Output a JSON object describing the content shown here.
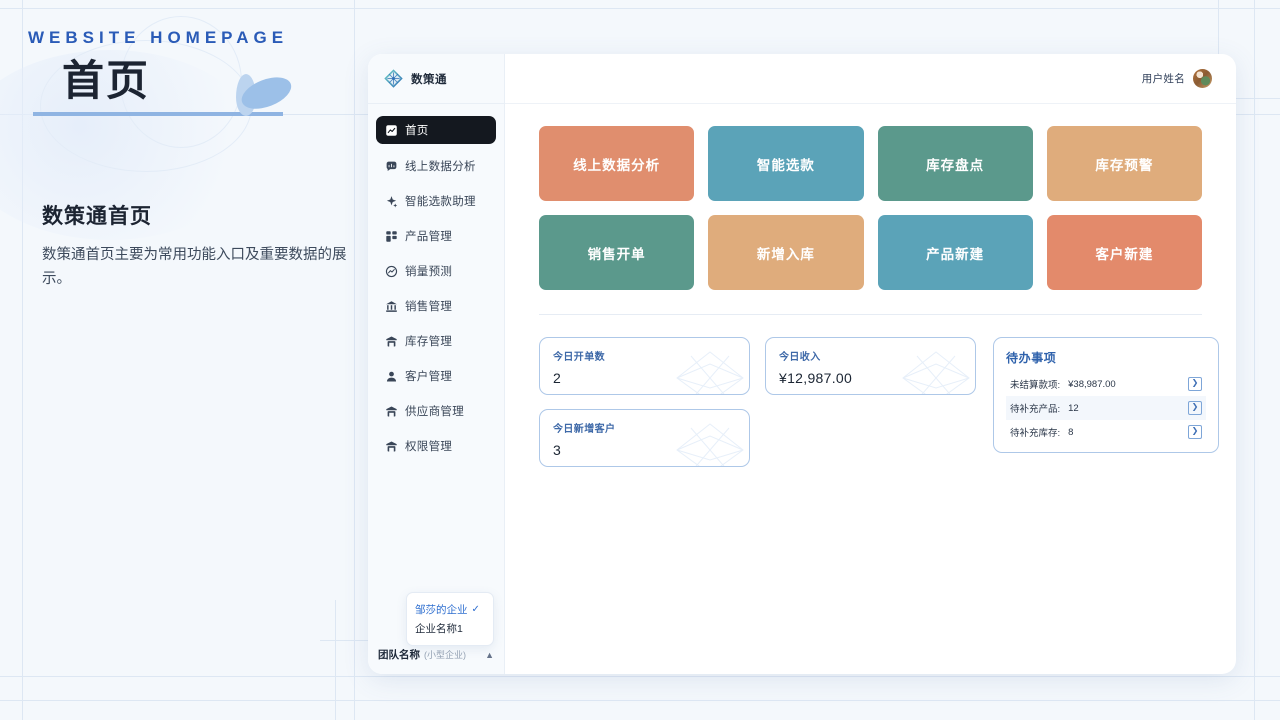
{
  "poster": {
    "kicker": "WEBSITE HOMEPAGE",
    "title": "首页",
    "lead_title": "数策通首页",
    "lead_body": "数策通首页主要为常用功能入口及重要数据的展示。"
  },
  "app": {
    "brand": "数策通",
    "logo_icon": "diamond-logo-icon",
    "topbar": {
      "user_name": "用户姓名",
      "avatar_icon": "user-avatar"
    },
    "sidebar": {
      "items": [
        {
          "label": "首页",
          "icon": "chart-square-icon",
          "active": true
        },
        {
          "label": "线上数据分析",
          "icon": "analytics-bubble-icon",
          "active": false
        },
        {
          "label": "智能选款助理",
          "icon": "sparkle-icon",
          "active": false
        },
        {
          "label": "产品管理",
          "icon": "grid-blocks-icon",
          "active": false
        },
        {
          "label": "销量预测",
          "icon": "forecast-circle-icon",
          "active": false
        },
        {
          "label": "销售管理",
          "icon": "bank-icon",
          "active": false
        },
        {
          "label": "库存管理",
          "icon": "warehouse-icon",
          "active": false
        },
        {
          "label": "客户管理",
          "icon": "person-icon",
          "active": false
        },
        {
          "label": "供应商管理",
          "icon": "supplier-icon",
          "active": false
        },
        {
          "label": "权限管理",
          "icon": "permission-icon",
          "active": false
        }
      ],
      "team": {
        "name": "团队名称",
        "tag": "(小型企业)",
        "caret_icon": "chevron-up-icon",
        "options": [
          {
            "label": "邹莎的企业",
            "selected": true
          },
          {
            "label": "企业名称1",
            "selected": false
          }
        ]
      }
    },
    "tiles": [
      {
        "label": "线上数据分析",
        "color": "#e08e6e"
      },
      {
        "label": "智能选款",
        "color": "#5ba3b8"
      },
      {
        "label": "库存盘点",
        "color": "#5b998c"
      },
      {
        "label": "库存预警",
        "color": "#dfac7c"
      },
      {
        "label": "销售开单",
        "color": "#5b998c"
      },
      {
        "label": "新增入库",
        "color": "#dfac7c"
      },
      {
        "label": "产品新建",
        "color": "#5ba3b8"
      },
      {
        "label": "客户新建",
        "color": "#e38a6b"
      }
    ],
    "stats": [
      {
        "label": "今日开单数",
        "value": "2"
      },
      {
        "label": "今日收入",
        "value": "¥12,987.00"
      },
      {
        "label": "今日新增客户",
        "value": "3"
      }
    ],
    "todo": {
      "title": "待办事项",
      "rows": [
        {
          "key": "未结算款项:",
          "value": "¥38,987.00",
          "arrow_icon": "chevron-right-icon"
        },
        {
          "key": "待补充产品:",
          "value": "12",
          "arrow_icon": "chevron-right-icon"
        },
        {
          "key": "待补充库存:",
          "value": "8",
          "arrow_icon": "chevron-right-icon"
        }
      ]
    }
  },
  "colors": {
    "accent_blue": "#2a5bb7",
    "grid_line": "#dde7f3",
    "card_border": "#aec8e8"
  }
}
